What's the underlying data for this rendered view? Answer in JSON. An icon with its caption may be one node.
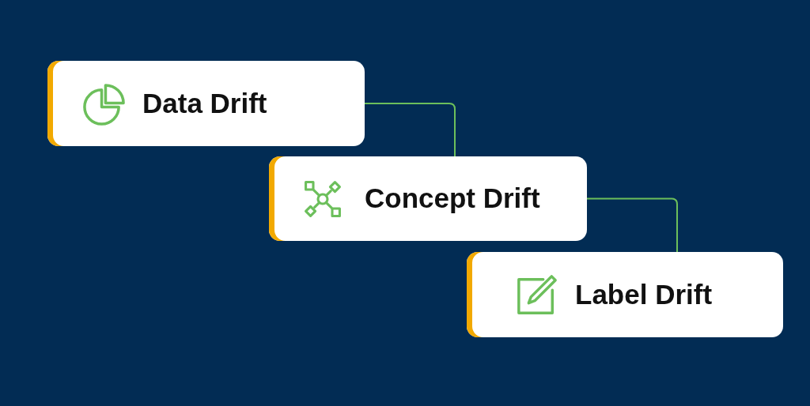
{
  "diagram": {
    "nodes": [
      {
        "text": [
          "Data Drift"
        ]
      },
      {
        "text": [
          "Concept Drift"
        ]
      },
      {
        "text": [
          "Label Drift"
        ]
      }
    ],
    "edges": [
      {
        "from": 0,
        "to": 1,
        "arrow": "none"
      },
      {
        "from": 1,
        "to": 2,
        "arrow": "none"
      }
    ]
  }
}
